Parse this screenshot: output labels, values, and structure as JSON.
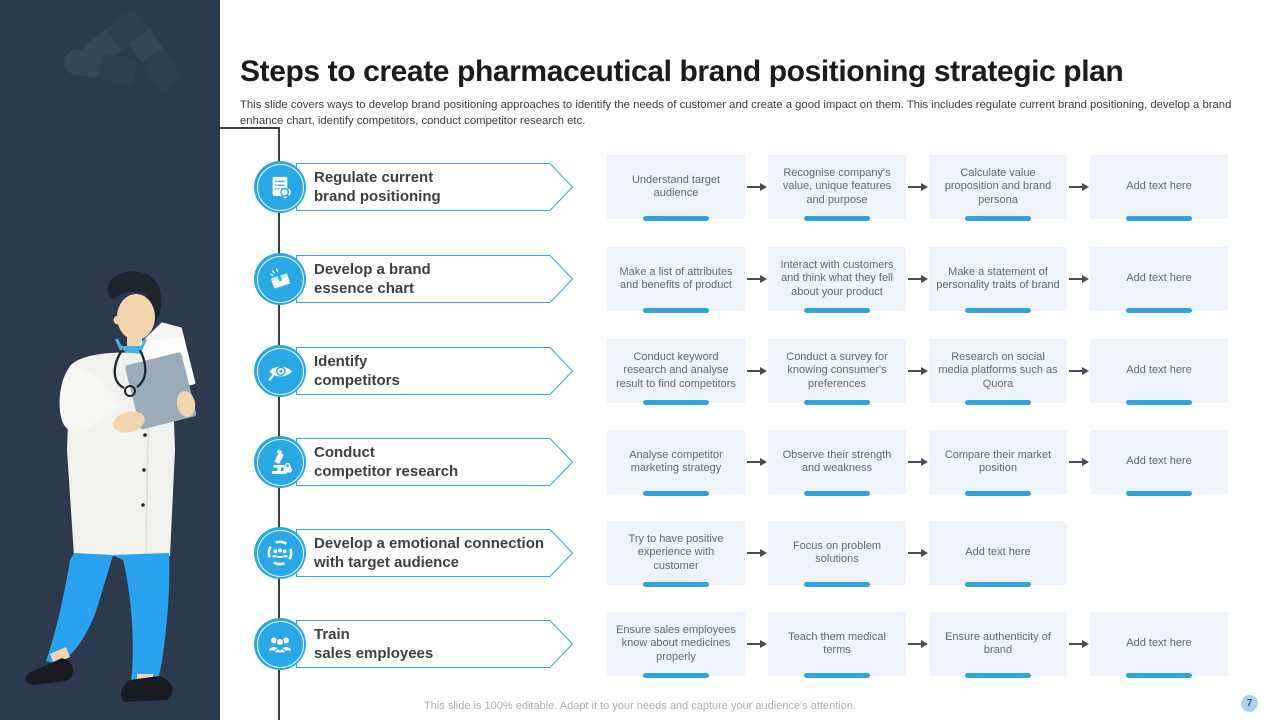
{
  "slide": {
    "title": "Steps to create pharmaceutical brand positioning strategic plan",
    "subtitle": "This slide covers ways to  develop brand positioning approaches to identify the needs of customer and create a good impact on them. This includes regulate current brand positioning, develop a brand enhance chart, identify competitors, conduct competitor research etc.",
    "footer": "This slide is 100% editable. Adapt it to your needs and capture your audience's attention.",
    "page_number": "7"
  },
  "colors": {
    "sidebar": "#2d3a4e",
    "accent_blue": "#29a8e5",
    "underline_blue": "#2ea3dc",
    "box_bg": "#eef4fa",
    "box_text": "#5d6a76",
    "label_text": "#3f3f3f",
    "arrow": "#454e56",
    "page_badge_bg": "#a9d2ee"
  },
  "rows": [
    {
      "icon": "certificate-search-icon",
      "label1": "Regulate current",
      "label2": "brand positioning",
      "steps": [
        "Understand target audience",
        "Recognise company's value, unique features and purpose",
        "Calculate value proposition and brand persona",
        "Add text here"
      ]
    },
    {
      "icon": "brand-essence-icon",
      "label1": "Develop a brand",
      "label2": "essence chart",
      "steps": [
        "Make  a list of attributes and benefits of product",
        "Interact with customers and think what they fell about your product",
        "Make  a statement of personality traits of brand",
        "Add text here"
      ]
    },
    {
      "icon": "eye-search-icon",
      "label1": "Identify",
      "label2": "competitors",
      "steps": [
        "Conduct keyword research and analyse result to find competitors",
        "Conduct a survey for knowing consumer's preferences",
        "Research on social media platforms such as Quora",
        "Add text here"
      ]
    },
    {
      "icon": "microscope-icon",
      "label1": "Conduct",
      "label2": "competitor research",
      "steps": [
        "Analyse competitor marketing strategy",
        "Observe their strength and weakness",
        "Compare their market position",
        "Add text here"
      ]
    },
    {
      "icon": "audience-target-icon",
      "label1": "Develop a emotional connection",
      "label2": "with target audience",
      "steps": [
        "Try  to have positive experience with customer",
        "Focus on problem solutions",
        "Add text here"
      ]
    },
    {
      "icon": "team-icon",
      "label1": "Train",
      "label2": "sales employees",
      "steps": [
        "Ensure sales employees know about medicines properly",
        "Teach them medical terms",
        "Ensure authenticity of brand",
        "Add text here"
      ]
    }
  ]
}
